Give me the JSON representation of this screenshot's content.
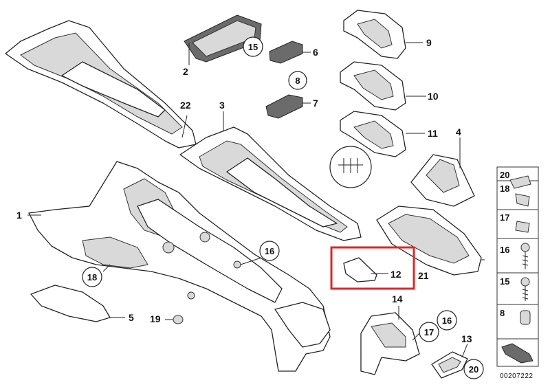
{
  "diagram": {
    "part_numbers": {
      "p1": "1",
      "p2": "2",
      "p3": "3",
      "p4": "4",
      "p5": "5",
      "p6": "6",
      "p7": "7",
      "p8": "8",
      "p9": "9",
      "p10": "10",
      "p11": "11",
      "p12": "12",
      "p13": "13",
      "p14": "14",
      "p15": "15",
      "p16": "16",
      "p17": "17",
      "p18": "18",
      "p19": "19",
      "p20": "20",
      "p21": "21",
      "p22": "22"
    },
    "sidebar_numbers": [
      "20",
      "18",
      "17",
      "16",
      "15",
      "8"
    ],
    "reference_code": "00207222",
    "highlight_color": "#d62a2a",
    "highlighted_part": "12"
  }
}
